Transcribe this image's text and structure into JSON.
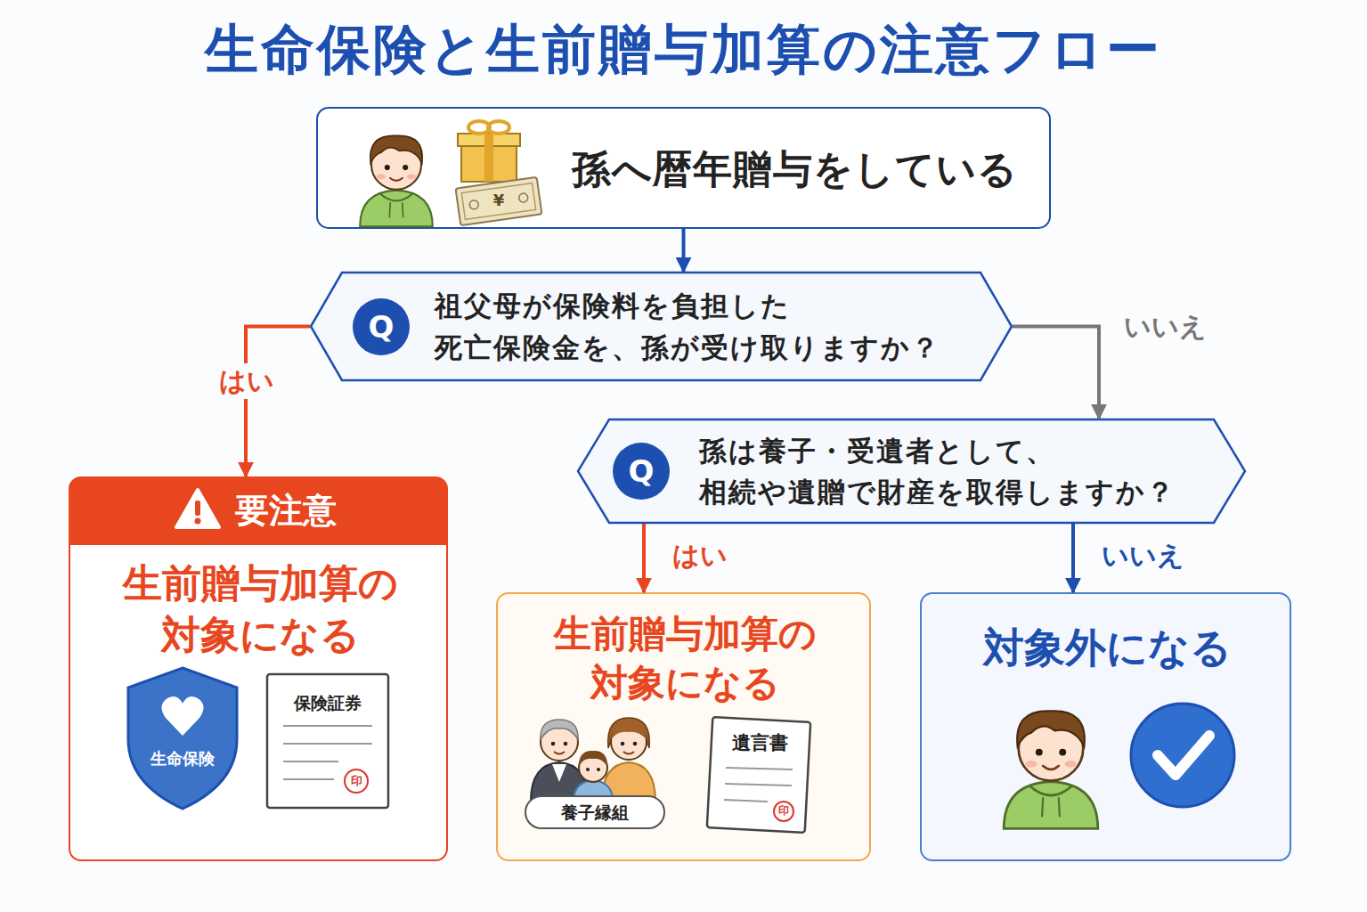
{
  "diagram": {
    "title": "生命保険と生前贈与加算の注意フロー",
    "nodes": [
      {
        "text": [
          "孫へ暦年贈与をしている"
        ]
      },
      {
        "text": [
          "Q",
          "祖父母が保険料を負担した 死亡保険金を、孫が受け取りますか？"
        ]
      },
      {
        "text": [
          "Q",
          "孫は養子・受遺者として、 相続や遺贈で財産を取得しますか？"
        ]
      },
      {
        "text": [
          "要注意",
          "生前贈与加算の 対象になる"
        ]
      },
      {
        "text": [
          "生前贈与加算の 対象になる"
        ]
      },
      {
        "text": [
          "対象外になる"
        ]
      }
    ],
    "edges": [
      {
        "from": 0,
        "to": 1,
        "arrow": "to"
      },
      {
        "from": 1,
        "to": 3,
        "label": "はい",
        "arrow": "to"
      },
      {
        "from": 1,
        "to": 2,
        "label": "いいえ",
        "arrow": "to"
      },
      {
        "from": 2,
        "to": 4,
        "label": "はい",
        "arrow": "to"
      },
      {
        "from": 2,
        "to": 5,
        "label": "いいえ",
        "arrow": "to"
      }
    ],
    "labels": [
      "¥",
      "生命保険",
      "保険証券",
      "印",
      "養子縁組",
      "遺言書",
      "印"
    ]
  }
}
